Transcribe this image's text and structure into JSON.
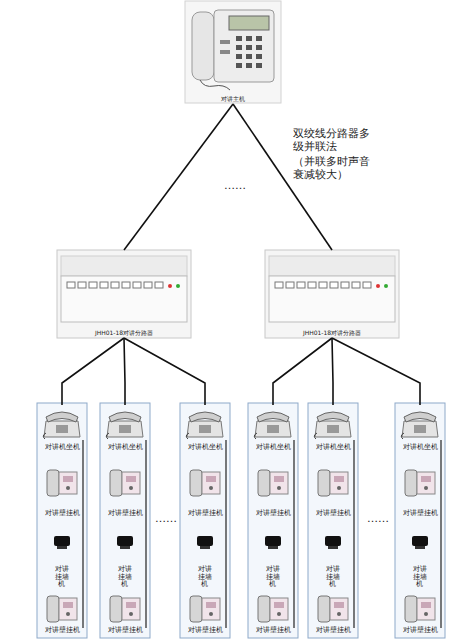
{
  "diagram": {
    "nodes": [
      {
        "text": [
          "对讲主机"
        ]
      },
      {
        "text": [
          "JHH01-18对讲分路器"
        ]
      },
      {
        "text": [
          "JHH01-18对讲分路器"
        ]
      },
      {
        "text": [
          "对讲机坐机"
        ]
      },
      {
        "text": [
          "对讲壁挂机"
        ]
      },
      {
        "text": [
          "对讲挂墙机"
        ]
      },
      {
        "text": [
          "对讲壁挂机"
        ]
      },
      {
        "text": [
          "对讲机坐机"
        ]
      },
      {
        "text": [
          "对讲壁挂机"
        ]
      },
      {
        "text": [
          "对讲挂墙机"
        ]
      },
      {
        "text": [
          "对讲壁挂机"
        ]
      },
      {
        "text": [
          "对讲机坐机"
        ]
      },
      {
        "text": [
          "对讲壁挂机"
        ]
      },
      {
        "text": [
          "对讲挂墙机"
        ]
      },
      {
        "text": [
          "对讲壁挂机"
        ]
      },
      {
        "text": [
          "对讲机坐机"
        ]
      },
      {
        "text": [
          "对讲壁挂机"
        ]
      },
      {
        "text": [
          "对讲挂墙机"
        ]
      },
      {
        "text": [
          "对讲壁挂机"
        ]
      },
      {
        "text": [
          "对讲机坐机"
        ]
      },
      {
        "text": [
          "对讲壁挂机"
        ]
      },
      {
        "text": [
          "对讲挂墙机"
        ]
      },
      {
        "text": [
          "对讲壁挂机"
        ]
      },
      {
        "text": [
          "对讲机坐机"
        ]
      },
      {
        "text": [
          "对讲壁挂机"
        ]
      },
      {
        "text": [
          "对讲挂墙机"
        ]
      },
      {
        "text": [
          "对讲壁挂机"
        ]
      }
    ],
    "edges": [
      {
        "from": 0,
        "to": 1,
        "arrow": "none"
      },
      {
        "from": 0,
        "to": 2,
        "arrow": "none"
      },
      {
        "from": 1,
        "to": 3,
        "arrow": "none"
      },
      {
        "from": 1,
        "to": 7,
        "arrow": "none"
      },
      {
        "from": 1,
        "to": 11,
        "arrow": "none"
      },
      {
        "from": 2,
        "to": 15,
        "arrow": "none"
      },
      {
        "from": 2,
        "to": 19,
        "arrow": "none"
      },
      {
        "from": 2,
        "to": 23,
        "arrow": "none"
      }
    ],
    "labels": [
      "……",
      "……",
      "……",
      "双绞线分路器多级并联法",
      "（并联多时声音衰减较大）"
    ]
  }
}
